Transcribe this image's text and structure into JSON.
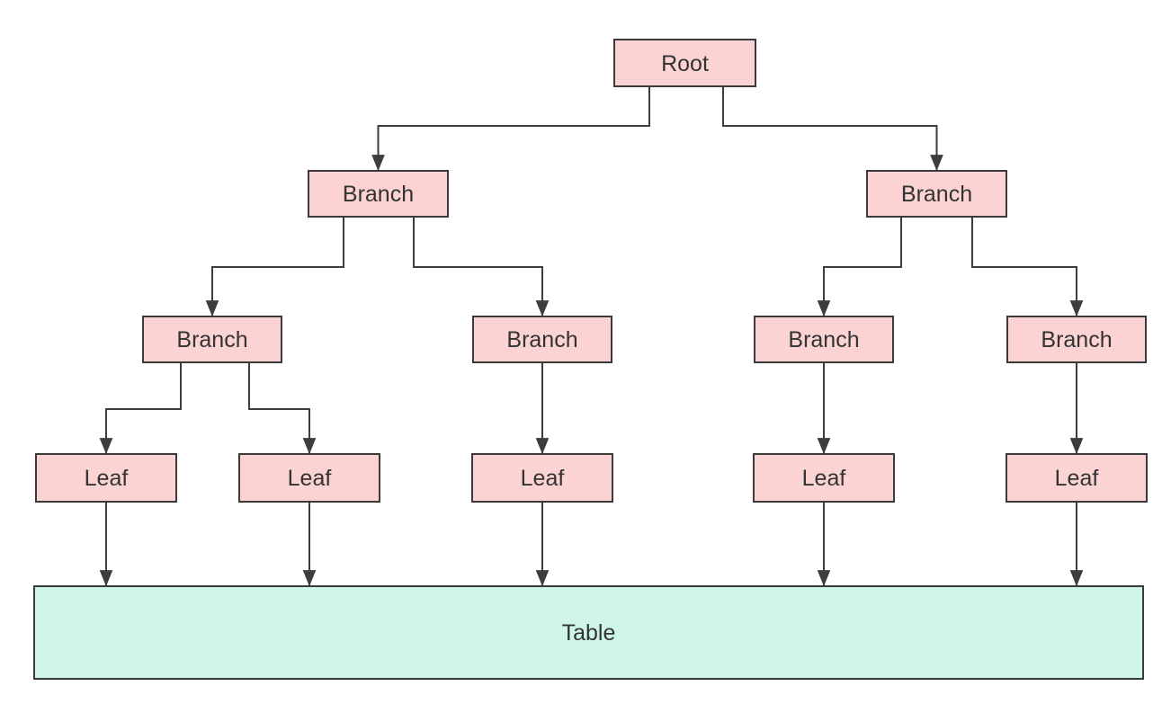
{
  "diagram": {
    "type": "tree-diagram",
    "colors": {
      "node_fill": "#fbd3d2",
      "node_border": "#3a3a3a",
      "table_fill": "#cef5e6",
      "table_border": "#3a3a3a",
      "connector": "#3d3d3d",
      "text": "#333333",
      "background": "#ffffff"
    },
    "tree": {
      "label": "Root",
      "children": [
        {
          "label": "Branch",
          "children": [
            {
              "label": "Branch",
              "children": [
                {
                  "label": "Leaf"
                },
                {
                  "label": "Leaf"
                }
              ]
            },
            {
              "label": "Branch",
              "children": [
                {
                  "label": "Leaf"
                }
              ]
            }
          ]
        },
        {
          "label": "Branch",
          "children": [
            {
              "label": "Branch",
              "children": [
                {
                  "label": "Leaf"
                }
              ]
            },
            {
              "label": "Branch",
              "children": [
                {
                  "label": "Leaf"
                }
              ]
            }
          ]
        }
      ]
    },
    "table": {
      "label": "Table"
    }
  }
}
